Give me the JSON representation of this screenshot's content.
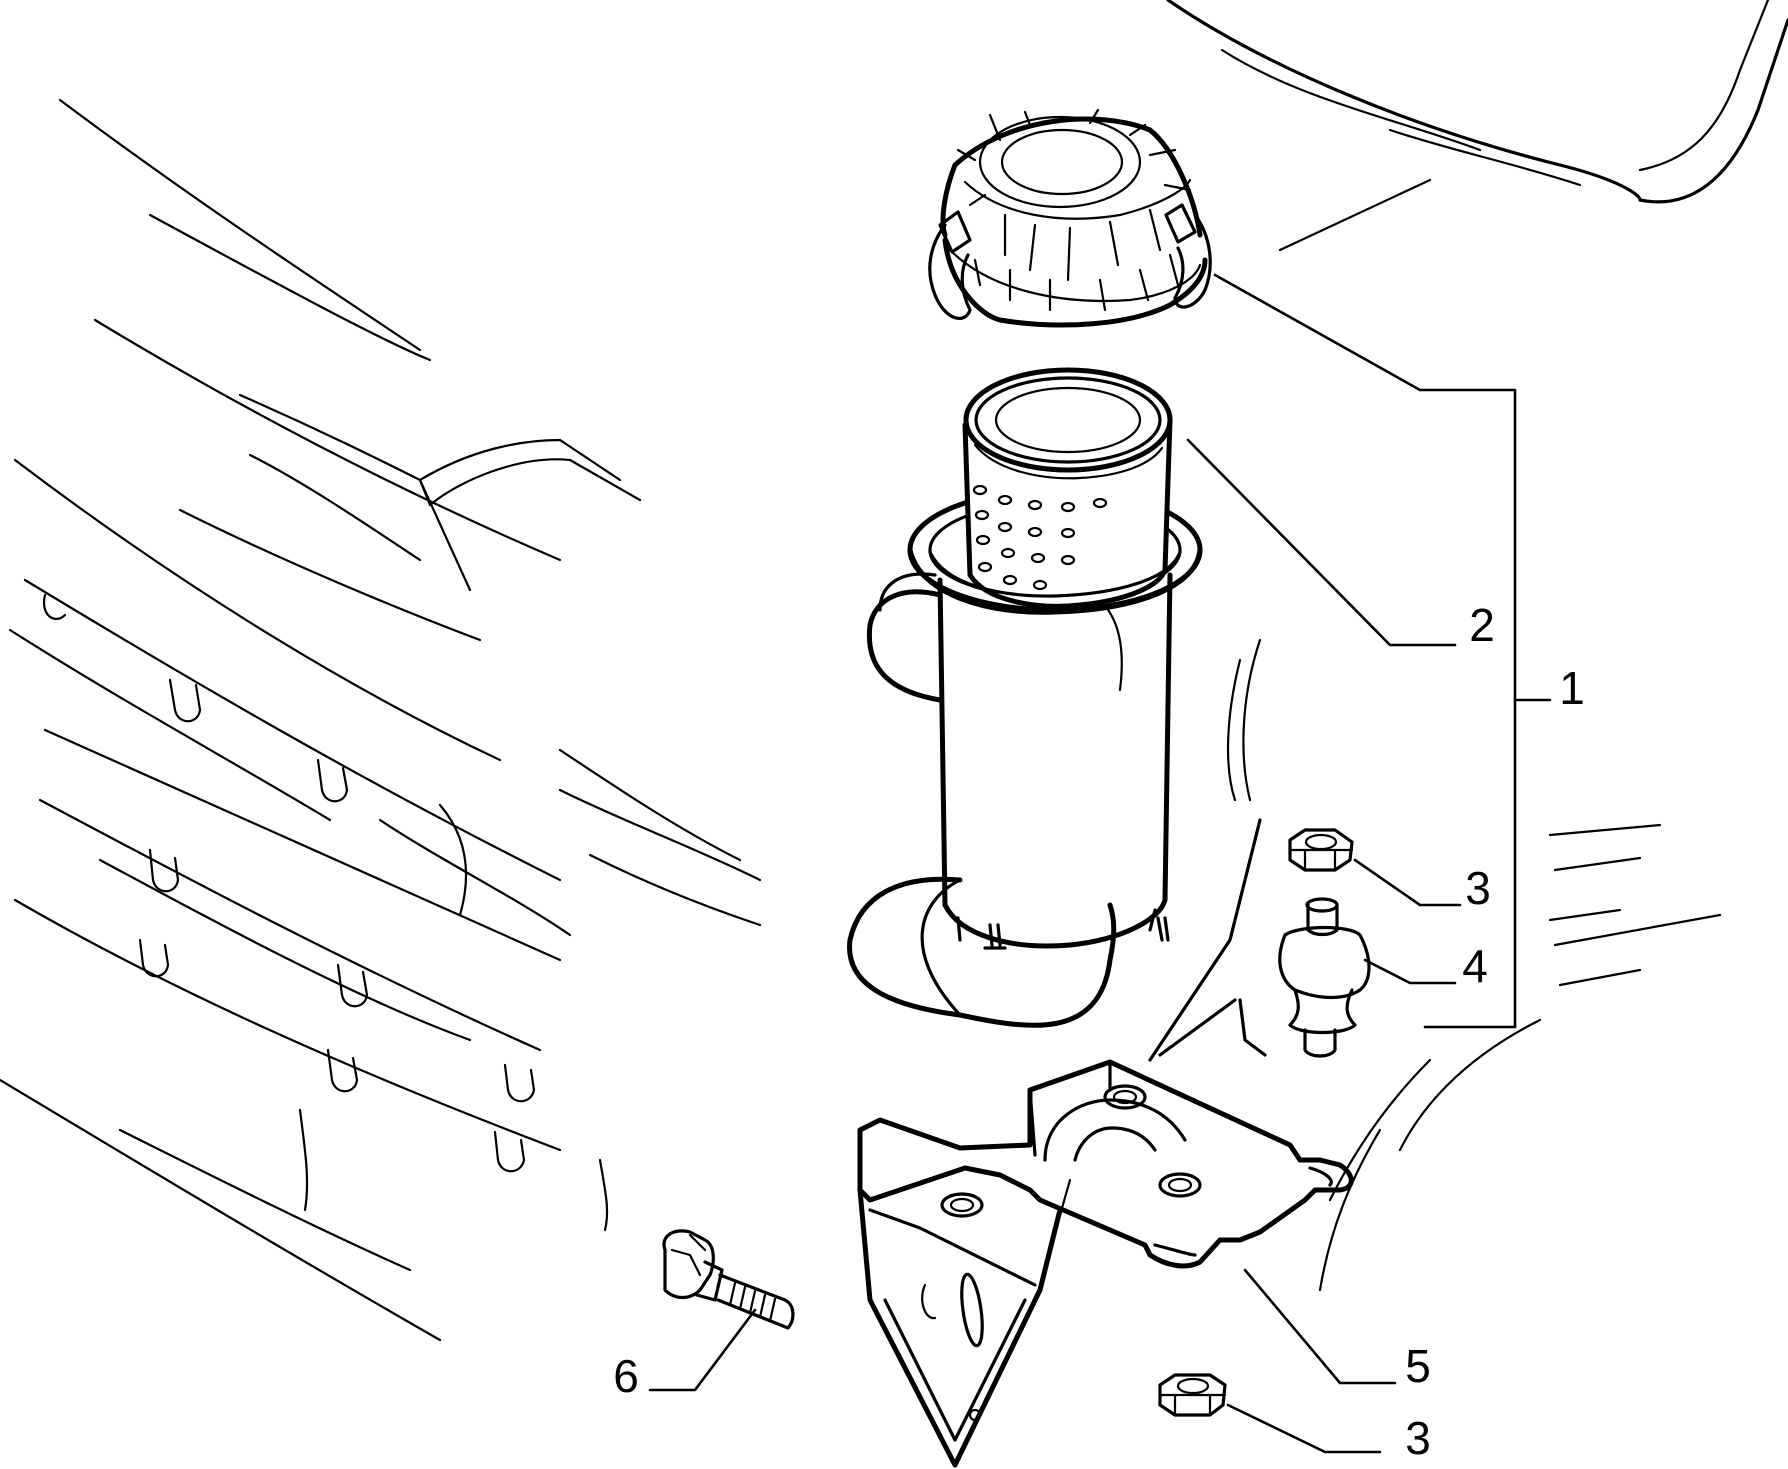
{
  "colors": {
    "line": "#000000",
    "background": "#ffffff"
  },
  "callouts": {
    "c1": "1",
    "c2": "2",
    "c3a": "3",
    "c4": "4",
    "c5": "5",
    "c3b": "3",
    "c6": "6"
  }
}
